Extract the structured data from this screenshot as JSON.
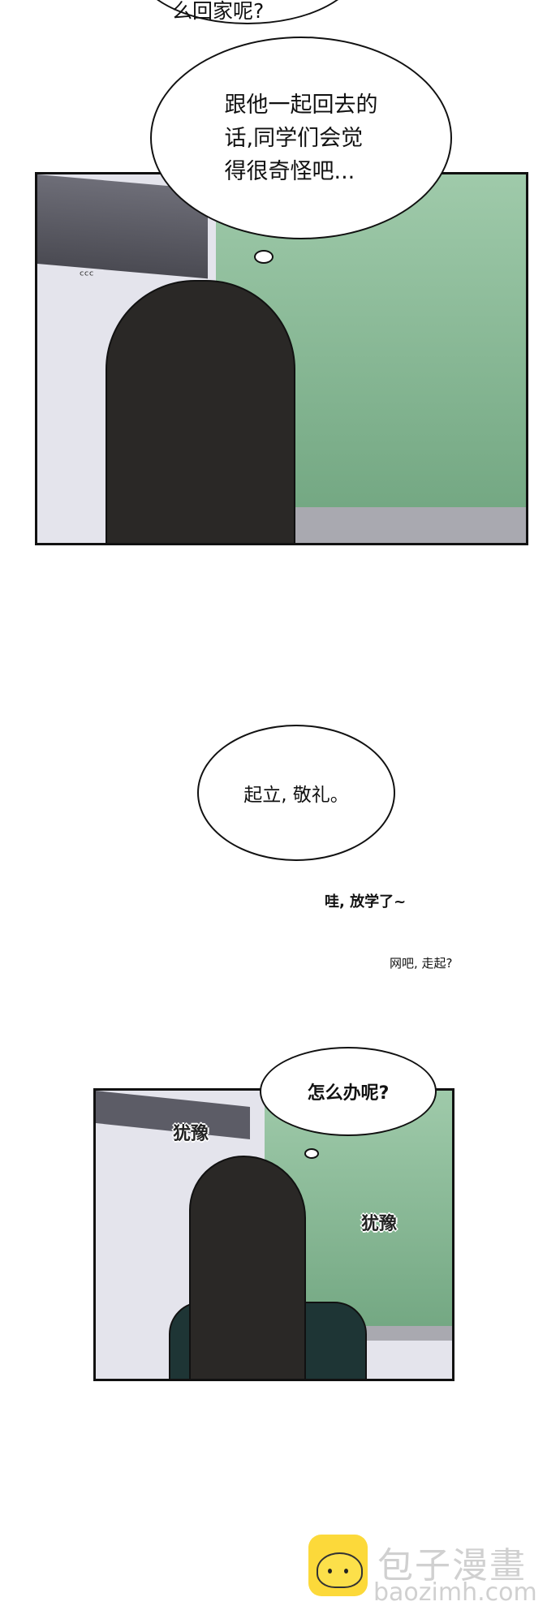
{
  "panel1": {
    "bubble_top_fragment": "么回家呢?",
    "bubble_text": [
      "跟他一起回去的",
      "话,同学们会觉",
      "得很奇怪吧..."
    ]
  },
  "middle": {
    "bubble_text": "起立, 敬礼。",
    "caption1": "哇, 放学了~",
    "caption2": "网吧, 走起?"
  },
  "panel2": {
    "bubble_text": "怎么办呢?",
    "sfx1": "犹豫",
    "sfx2": "犹豫"
  },
  "watermark": {
    "title": "包子漫畫",
    "url": "baozimh.com"
  },
  "colors": {
    "chalkboard": "#7aab85",
    "wall": "#e4e4ec",
    "hair": "#2a2826",
    "jacket": "#1e3535",
    "logo_yellow": "#fcd93a"
  }
}
